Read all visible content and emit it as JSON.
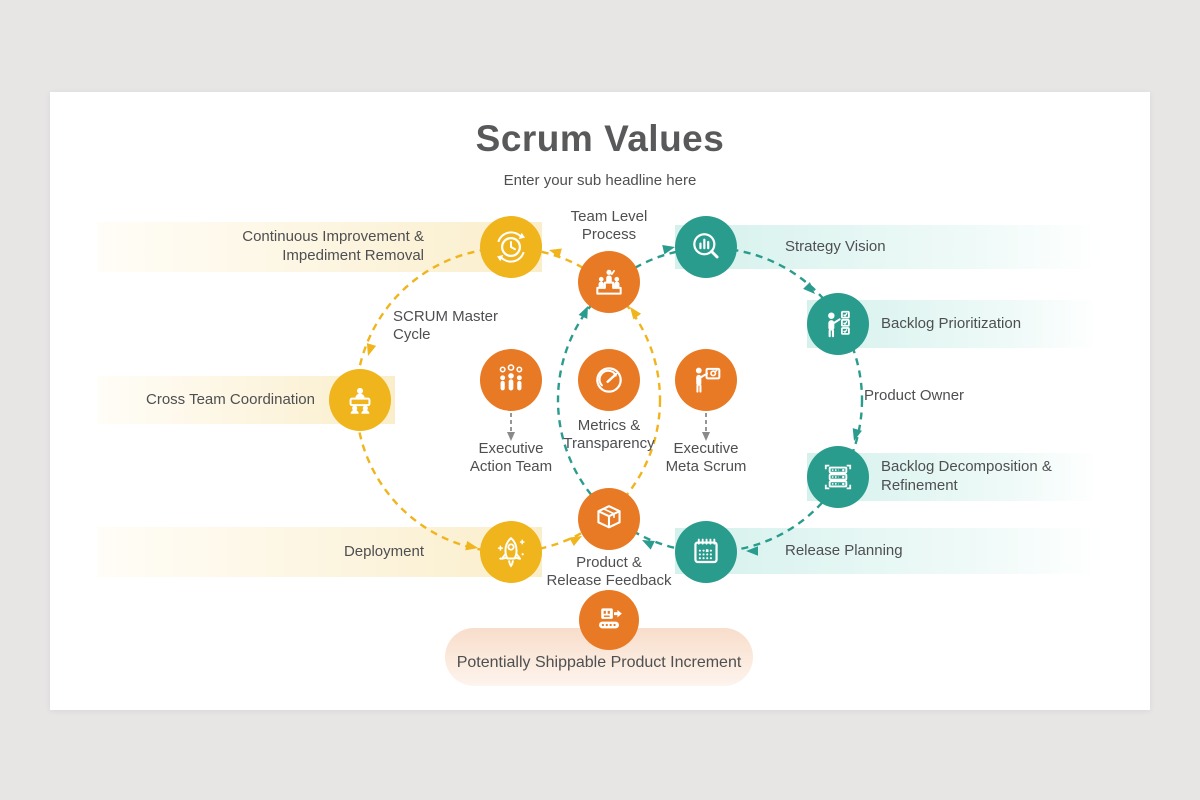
{
  "title": "Scrum Values",
  "subtitle": "Enter your sub headline here",
  "colors": {
    "orange": "#E87A25",
    "yellow": "#F0B41C",
    "teal": "#2A9C8D",
    "title": "#58595B",
    "text": "#4E4F51",
    "gray_arrow": "#8A8A8A"
  },
  "nodes": {
    "continuous_improvement": {
      "label": "Continuous Improvement &\nImpediment Removal",
      "icon": "refresh-clock-icon"
    },
    "cross_team_coordination": {
      "label": "Cross Team Coordination",
      "icon": "org-meeting-icon"
    },
    "deployment": {
      "label": "Deployment",
      "icon": "rocket-icon"
    },
    "strategy_vision": {
      "label": "Strategy Vision",
      "icon": "analytics-search-icon"
    },
    "backlog_prioritization": {
      "label": "Backlog Prioritization",
      "icon": "person-checklist-icon"
    },
    "backlog_decomposition": {
      "label": "Backlog Decomposition &\nRefinement",
      "icon": "backlog-stack-icon"
    },
    "release_planning": {
      "label": "Release Planning",
      "icon": "calendar-icon"
    },
    "team_level_process": {
      "label": "Team Level\nProcess",
      "icon": "podium-people-icon"
    },
    "metrics_transparency": {
      "label": "Metrics &\nTransparency",
      "icon": "gauge-icon"
    },
    "executive_action_team": {
      "label": "Executive\nAction Team",
      "icon": "team-gears-icon"
    },
    "executive_meta_scrum": {
      "label": "Executive\nMeta Scrum",
      "icon": "presenter-board-icon"
    },
    "product_release_feedback": {
      "label": "Product &\nRelease Feedback",
      "icon": "package-box-icon"
    },
    "potentially_shippable": {
      "label": "Potentially Shippable Product Increment",
      "icon": "conveyor-box-icon"
    }
  },
  "cycle_labels": {
    "scrum_master": "SCRUM Master\nCycle",
    "product_owner": "Product Owner"
  }
}
